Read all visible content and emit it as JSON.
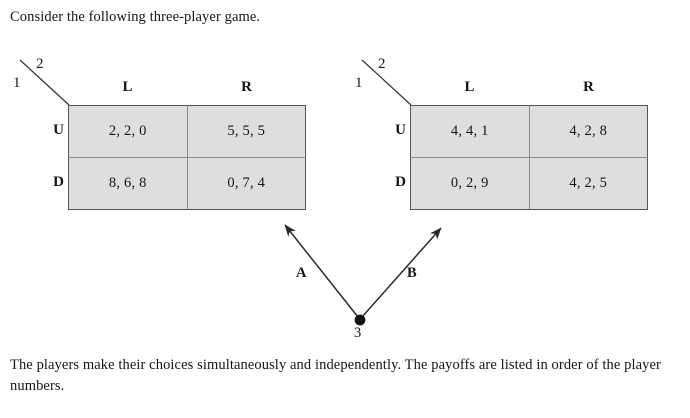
{
  "captions": {
    "top": "Consider the following three-player game.",
    "bottom": "The players make their choices simultaneously and independently. The payoffs are listed in order of the player numbers."
  },
  "diagram": {
    "type": "three-player-normal-form-game",
    "row_player_label": "1",
    "column_player_label": "2",
    "matrix_player_label": "3",
    "row_actions": [
      "U",
      "D"
    ],
    "column_actions": [
      "L",
      "R"
    ],
    "matrix_actions": [
      "A",
      "B"
    ],
    "node_label": "3",
    "matrices": [
      {
        "id": "matrix-a",
        "selector": "A",
        "player_row": "1",
        "player_col": "2",
        "col_headers": [
          "L",
          "R"
        ],
        "row_headers": [
          "U",
          "D"
        ],
        "cells": [
          [
            "2, 2, 0",
            "5, 5, 5"
          ],
          [
            "8, 6, 8",
            "0, 7, 4"
          ]
        ]
      },
      {
        "id": "matrix-b",
        "selector": "B",
        "player_row": "1",
        "player_col": "2",
        "col_headers": [
          "L",
          "R"
        ],
        "row_headers": [
          "U",
          "D"
        ],
        "cells": [
          [
            "4, 4, 1",
            "4, 2, 8"
          ],
          [
            "0, 2, 9",
            "4, 2, 5"
          ]
        ]
      }
    ],
    "colors": {
      "cell_fill": "#dedede",
      "cell_border": "#8a8a8a",
      "outer_border": "#555555",
      "line": "#333333",
      "text": "#151515"
    }
  }
}
